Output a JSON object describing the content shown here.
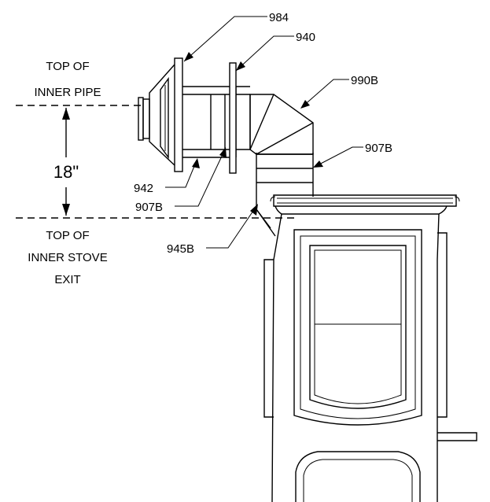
{
  "callouts": {
    "c984": "984",
    "c940": "940",
    "c990b": "990B",
    "c907b_right": "907B",
    "c942": "942",
    "c907b_left": "907B",
    "c945b": "945B"
  },
  "labels": {
    "top_inner_pipe_1": "TOP OF",
    "top_inner_pipe_2": "INNER PIPE",
    "dimension": "18\"",
    "top_inner_stove_1": "TOP OF",
    "top_inner_stove_2": "INNER STOVE",
    "top_inner_stove_3": "EXIT"
  },
  "colors": {
    "line": "#000000",
    "background": "#ffffff"
  }
}
